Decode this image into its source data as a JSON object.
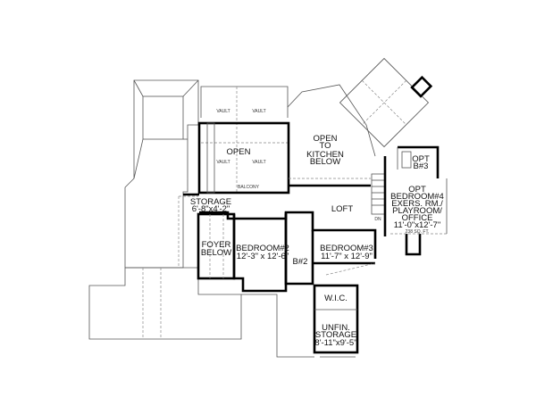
{
  "plan": {
    "vault_label": "VAULT",
    "balcony_label": "BALCONY",
    "dn_label": "DN",
    "rooms": {
      "open": "OPEN",
      "open_kitchen": [
        "OPEN",
        "TO",
        "KITCHEN",
        "BELOW"
      ],
      "loft": "LOFT",
      "storage": [
        "STORAGE",
        "6'-8\"x4'-2\""
      ],
      "foyer": [
        "FOYER",
        "BELOW"
      ],
      "bedroom2": [
        "BEDROOM#2",
        "12'-3\" x 12'-6\""
      ],
      "bath2": "B#2",
      "bedroom3": [
        "BEDROOM#3",
        "11'-7\" x 12'-9\""
      ],
      "wic": "W.I.C.",
      "unfin_storage": [
        "UNFIN.",
        "STORAGE",
        "8'-11\"x9'-5\""
      ],
      "opt_bath3": [
        "OPT",
        "B#3"
      ],
      "opt_bedroom4": [
        "OPT",
        "BEDROOM#4",
        "EXERS. RM./",
        "PLAYROOM/",
        "OFFICE",
        "11'-0\"x12'-7\""
      ],
      "opt_bedroom4_area": "238 SQ. FT."
    }
  }
}
